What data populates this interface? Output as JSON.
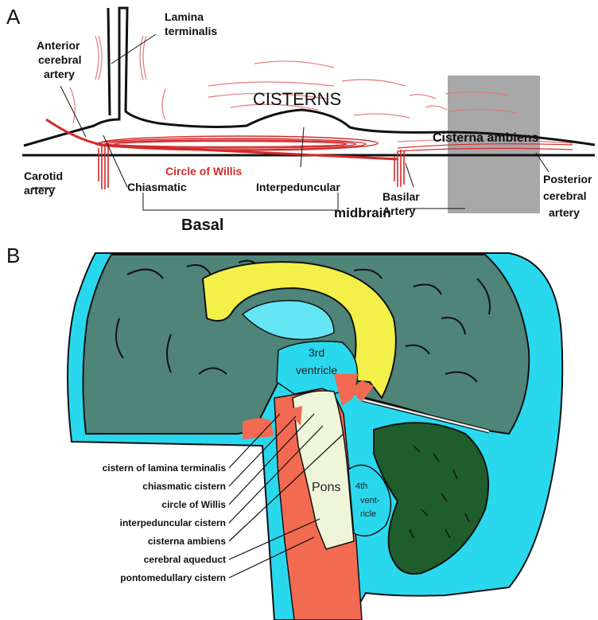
{
  "panels": {
    "a": {
      "letter": "A",
      "labels": {
        "lamina_1": "Lamina",
        "lamina_2": "terminalis",
        "anterior_1": "Anterior",
        "anterior_2": "cerebral",
        "anterior_3": "artery",
        "cisterns": "CISTERNS",
        "cisterna_ambiens": "Cisterna ambiens",
        "carotid_1": "Carotid",
        "carotid_2": "artery",
        "circle_of_willis": "Circle of Willis",
        "chiasmatic": "Chiasmatic",
        "interpeduncular": "Interpeduncular",
        "basal": "Basal",
        "basilar_1": "Basilar",
        "basilar_2": "Artery",
        "posterior_1": "Posterior",
        "posterior_2": "cerebral",
        "posterior_3": "artery",
        "midbrain": "midbrain"
      }
    },
    "b": {
      "letter": "B",
      "inner": {
        "third_1": "3rd",
        "third_2": "ventricle",
        "pons": "Pons",
        "fourth_1": "4th",
        "fourth_2": "vent-",
        "fourth_3": "ricle"
      },
      "callouts": [
        "cistern of lamina terminalis",
        "chiasmatic cistern",
        "circle of Willis",
        "interpeduncular cistern",
        "cisterna ambiens",
        "cerebral aqueduct",
        "pontomedullary cistern"
      ]
    }
  },
  "colors": {
    "artery_red": "#d42a2a",
    "csf_cyan": "#2ad8ee",
    "cortex_teal": "#4f8478",
    "corpus_yellow": "#f3f049",
    "brainstem_pale": "#eef5d8",
    "cistern_salmon": "#f26a52",
    "cerebellum_green": "#1f5e2c",
    "midbrain_gray": "#a8a8a8"
  }
}
